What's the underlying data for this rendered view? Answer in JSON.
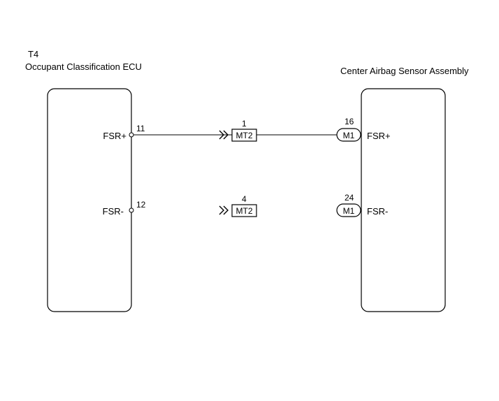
{
  "left_component": {
    "code": "T4",
    "name": "Occupant Classification ECU",
    "pins": [
      {
        "number": "11",
        "label": "FSR+"
      },
      {
        "number": "12",
        "label": "FSR-"
      }
    ]
  },
  "right_component": {
    "name": "Center Airbag Sensor Assembly",
    "pins": [
      {
        "number": "16",
        "label": "FSR+",
        "connector": "M1"
      },
      {
        "number": "24",
        "label": "FSR-",
        "connector": "M1"
      }
    ]
  },
  "junction_connectors": [
    {
      "number": "1",
      "code": "MT2"
    },
    {
      "number": "4",
      "code": "MT2"
    }
  ]
}
